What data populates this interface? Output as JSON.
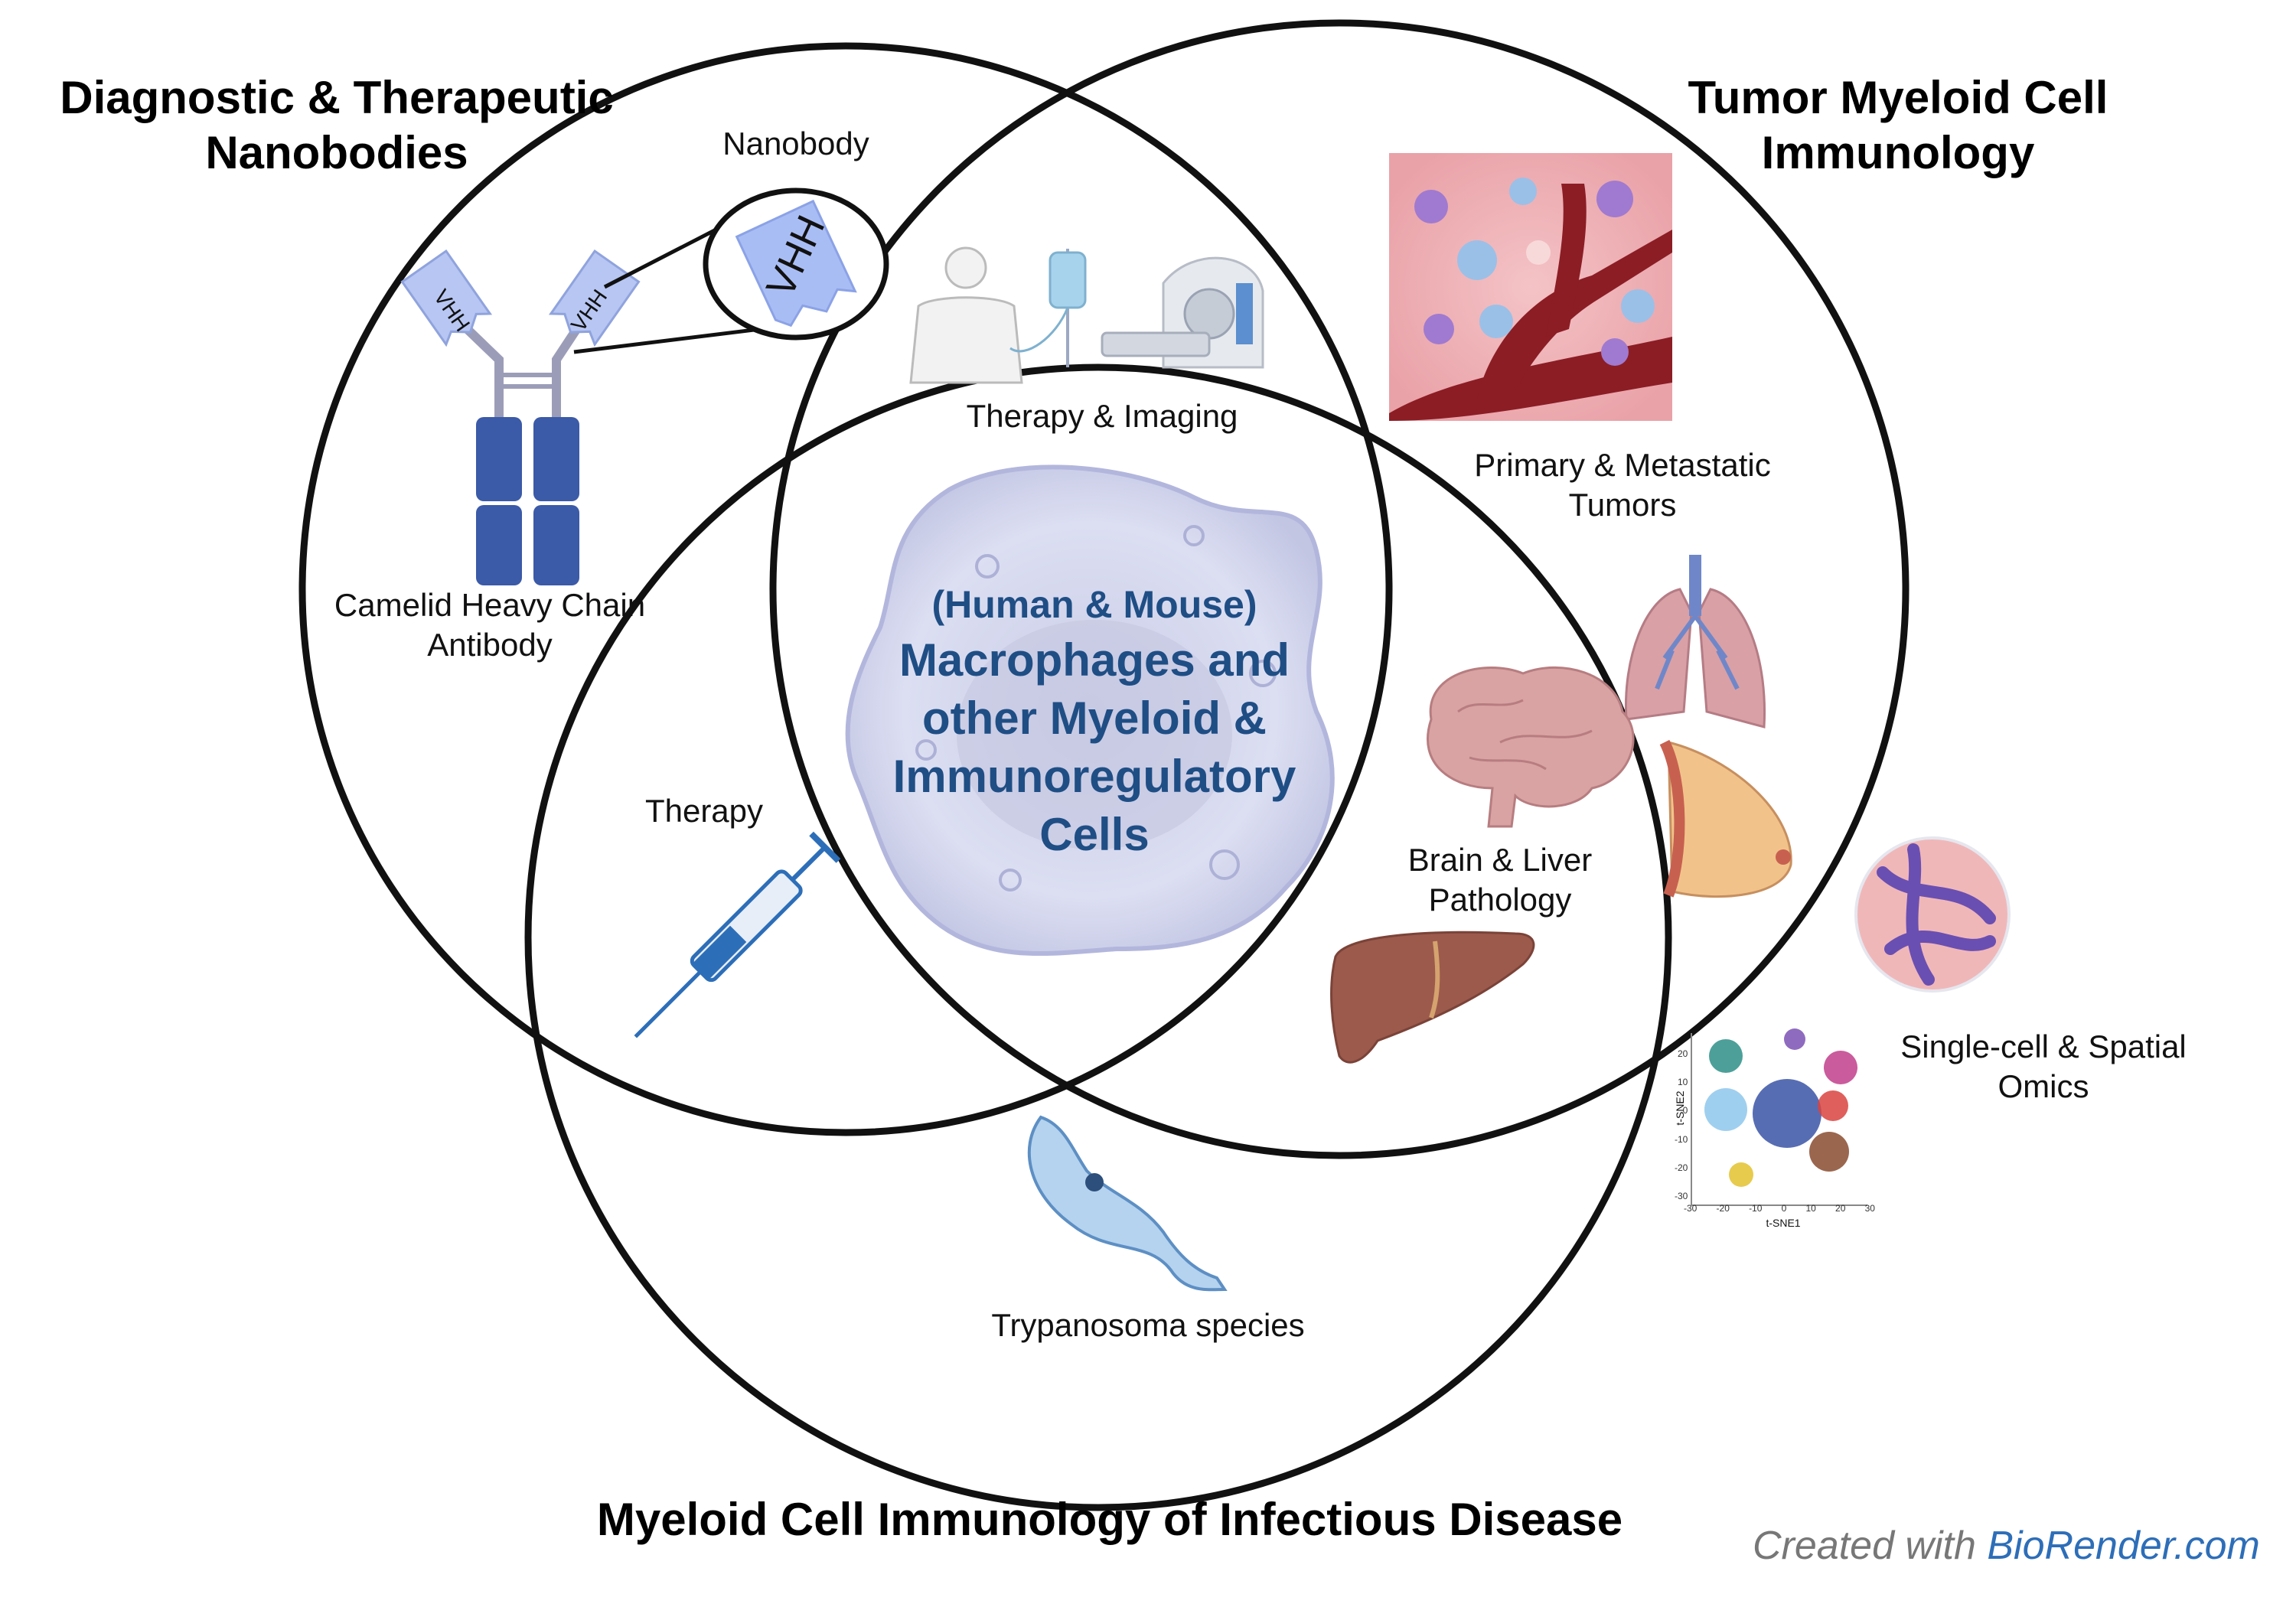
{
  "sets": {
    "top_left": {
      "title_line1": "Diagnostic & Therapeutic",
      "title_line2": "Nanobodies"
    },
    "top_right": {
      "title_line1": "Tumor Myeloid Cell",
      "title_line2": "Immunology"
    },
    "bottom": {
      "title": "Myeloid Cell Immunology of Infectious Disease"
    }
  },
  "center": {
    "line1": "(Human & Mouse)",
    "line2": "Macrophages and",
    "line3": "other Myeloid &",
    "line4": "Immunoregulatory",
    "line5": "Cells"
  },
  "labels": {
    "nanobody": "Nanobody",
    "vhh": "VHH",
    "camelid_line1": "Camelid Heavy Chain",
    "camelid_line2": "Antibody",
    "therapy_imaging": "Therapy & Imaging",
    "primary_line1": "Primary & Metastatic",
    "primary_line2": "Tumors",
    "therapy": "Therapy",
    "brain_line1": "Brain & Liver",
    "brain_line2": "Pathology",
    "trypanosoma": "Trypanosoma species",
    "omics_line1": "Single-cell & Spatial",
    "omics_line2": "Omics"
  },
  "tsne": {
    "xlabel": "t-SNE1",
    "ylabel": "t-SNE2",
    "xticks": [
      "-30",
      "-20",
      "-10",
      "0",
      "10",
      "20",
      "30"
    ],
    "yticks": [
      "20",
      "10",
      "0",
      "-10",
      "-20",
      "-30"
    ]
  },
  "footer": {
    "created_with": "Created with",
    "brand": "BioRender.com"
  },
  "colors": {
    "circle_stroke": "#111111",
    "center_text": "#1f4e85",
    "antibody_blue": "#3b5aa8",
    "vhh_fill": "#b7c6f2",
    "macrophage": "#d9dbf0",
    "liver": "#9c5a4c",
    "brain": "#d9a3a3",
    "syringe": "#2d6eb8"
  }
}
